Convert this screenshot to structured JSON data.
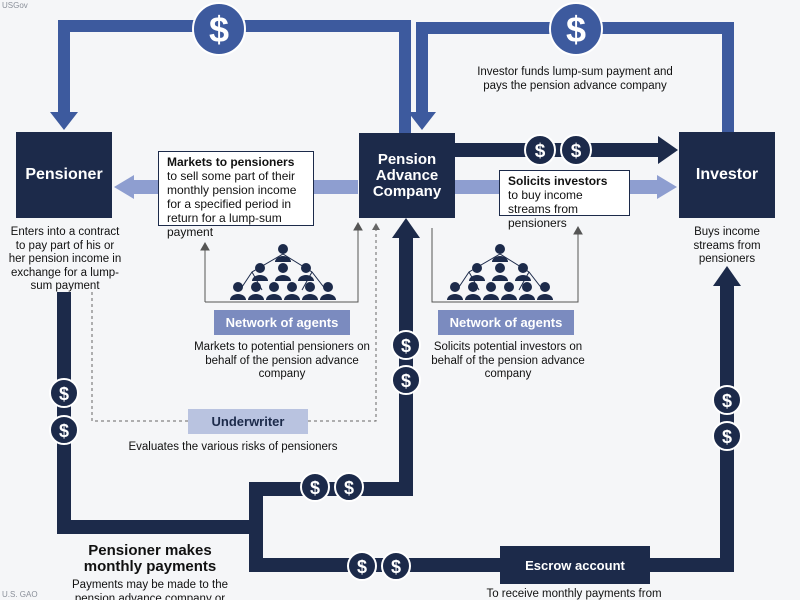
{
  "corner_top": "USGov",
  "corner_bottom": "U.S. GAO",
  "pensioner": {
    "title": "Pensioner",
    "description": "Enters into a contract to pay part of his or her pension income in exchange for a lump-sum payment"
  },
  "company": {
    "title": "Pension Advance Company"
  },
  "investor": {
    "title": "Investor",
    "description": "Buys income streams from pensioners"
  },
  "investor_funds": "Investor funds lump-sum payment and pays the pension advance company",
  "markets_callout": {
    "title": "Markets to pensioners",
    "body": "to sell some part of their monthly pension income for a specified period in return for a lump-sum payment"
  },
  "solicits_callout": {
    "title": "Solicits investors",
    "body": "to buy income streams from pensioners"
  },
  "agents_left": {
    "label": "Network of agents",
    "description": "Markets to potential pensioners on behalf of the pension advance company"
  },
  "agents_right": {
    "label": "Network of agents",
    "description": "Solicits potential investors on behalf of the pension advance company"
  },
  "underwriter": {
    "label": "Underwriter",
    "description": "Evaluates the various risks of pensioners"
  },
  "payments": {
    "title": "Pensioner makes monthly payments",
    "description": "Payments may be made to the pension advance company or"
  },
  "escrow": {
    "label": "Escrow account",
    "description": "To receive monthly payments from"
  },
  "dollar_symbol": "$",
  "colors": {
    "dark_navy": "#1c2a4a",
    "mid_blue": "#3d5a9e",
    "light_arrow": "#8e9ed0",
    "agent_blue": "#7b8bbf",
    "underwriter_fill": "#b9c3e0"
  }
}
